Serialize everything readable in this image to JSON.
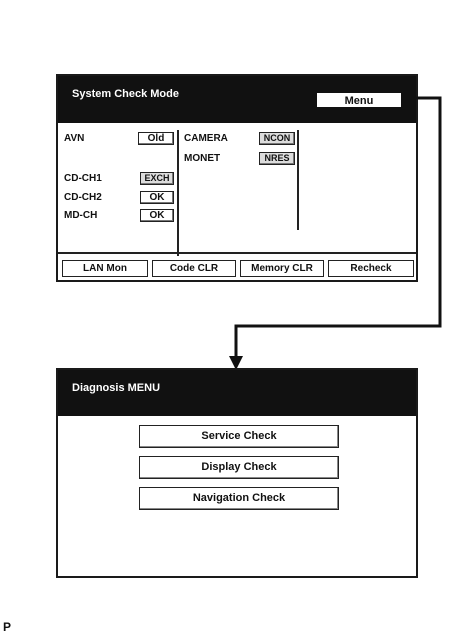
{
  "system_check": {
    "title": "System Check Mode",
    "menu_label": "Menu",
    "items_left": [
      {
        "label": "AVN",
        "value": "Old"
      },
      {
        "label": "CD-CH1",
        "value": "EXCH"
      },
      {
        "label": "CD-CH2",
        "value": "OK"
      },
      {
        "label": "MD-CH",
        "value": "OK"
      }
    ],
    "items_right": [
      {
        "label": "CAMERA",
        "value": "NCON"
      },
      {
        "label": "MONET",
        "value": "NRES"
      }
    ],
    "buttons": [
      "LAN Mon",
      "Code CLR",
      "Memory CLR",
      "Recheck"
    ]
  },
  "diagnosis_menu": {
    "title": "Diagnosis MENU",
    "buttons": [
      "Service Check",
      "Display Check",
      "Navigation Check"
    ]
  },
  "footer_label": "P",
  "colors": {
    "title_bar": "#111111",
    "border": "#1a1a1a",
    "shaded_value": "#dcdcdc"
  }
}
